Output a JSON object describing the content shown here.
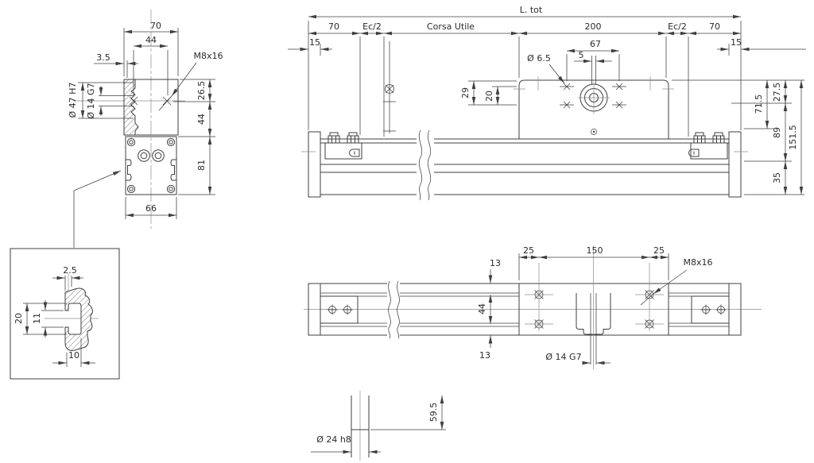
{
  "drawing": {
    "type": "technical-dimension-drawing",
    "line_color": "#3f3f3f",
    "background": "#ffffff"
  },
  "views": {
    "end_view": {
      "labels": {
        "w70": "70",
        "w44": "44",
        "wall": "3.5",
        "thread": "M8x16",
        "bore47": "Ø 47 H7",
        "bore14": "Ø 14 G7",
        "h26_5": "26.5",
        "h44": "44",
        "h81": "81",
        "w66": "66"
      }
    },
    "side_view": {
      "labels": {
        "ltot": "L. tot",
        "l70": "70",
        "ec_l": "Ec/2",
        "corsa": "Corsa Utile",
        "c200": "200",
        "ec_r": "Ec/2",
        "r70": "70",
        "e15l": "15",
        "e15r": "15",
        "hole65": "Ø 6.5",
        "s67": "67",
        "s5": "5",
        "v29": "29",
        "v20": "20",
        "h27_5": "27.5",
        "h71_5": "71.5",
        "h89": "89",
        "h151_5": "151.5",
        "h35": "35"
      }
    },
    "detail_view": {
      "labels": {
        "t2_5": "2.5",
        "d20": "20",
        "d11": "11",
        "d10": "10"
      }
    },
    "plan_view": {
      "labels": {
        "o13t": "13",
        "p25l": "25",
        "p150": "150",
        "p25r": "25",
        "thread": "M8x16",
        "w44": "44",
        "o13b": "13",
        "bore14": "Ø 14 G7"
      }
    },
    "shaft_view": {
      "labels": {
        "l59_5": "59.5",
        "d24": "Ø 24 h8"
      }
    }
  }
}
